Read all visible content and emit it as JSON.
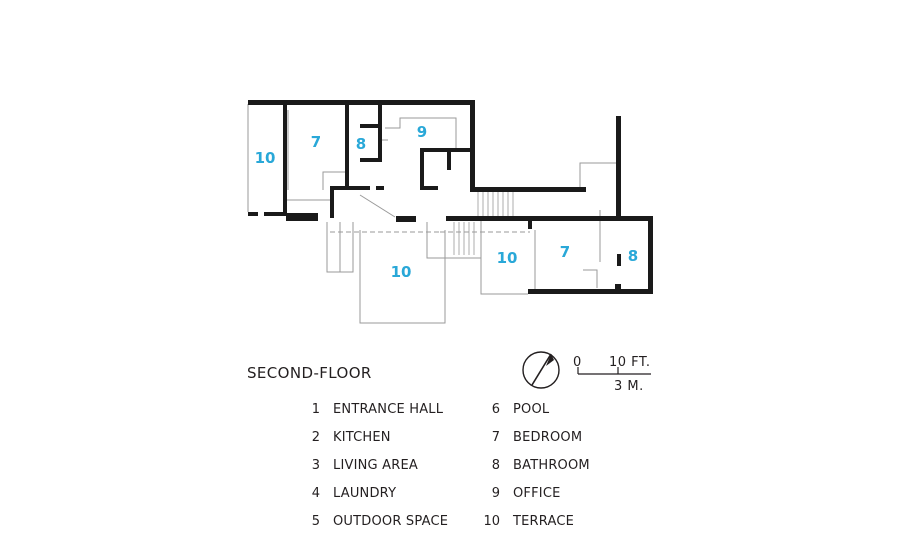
{
  "floor_title": "SECOND-FLOOR",
  "scale": {
    "zero_label": "0",
    "feet_label": "10 FT.",
    "meters_label": "3 M."
  },
  "legend": {
    "left": [
      {
        "num": "1",
        "name": "ENTRANCE HALL"
      },
      {
        "num": "2",
        "name": "KITCHEN"
      },
      {
        "num": "3",
        "name": "LIVING AREA"
      },
      {
        "num": "4",
        "name": "LAUNDRY"
      },
      {
        "num": "5",
        "name": "OUTDOOR SPACE"
      }
    ],
    "right": [
      {
        "num": "6",
        "name": "POOL"
      },
      {
        "num": "7",
        "name": "BEDROOM"
      },
      {
        "num": "8",
        "name": "BATHROOM"
      },
      {
        "num": "9",
        "name": "OFFICE"
      },
      {
        "num": "10",
        "name": "TERRACE"
      }
    ]
  },
  "room_labels": [
    "10",
    "7",
    "8",
    "9",
    "10",
    "10",
    "7",
    "8"
  ],
  "colors": {
    "room_number": "#29a8d8",
    "wall": "#1a1a1a",
    "line": "#9a9a9a"
  }
}
